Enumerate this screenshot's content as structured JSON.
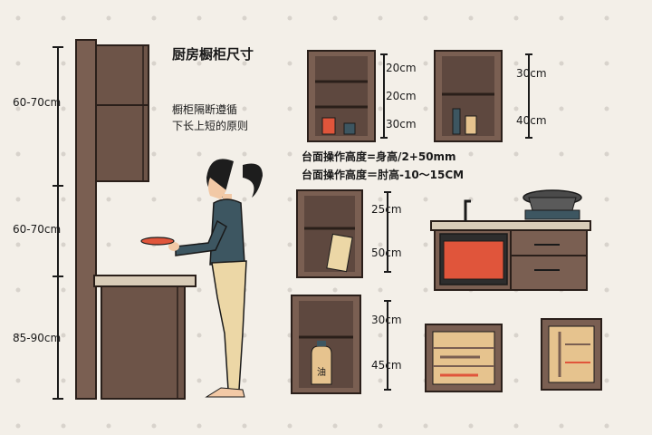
{
  "title": "厨房橱柜尺寸",
  "principle": [
    "橱柜隔断遵循",
    "下长上短的原则"
  ],
  "formulas": [
    "台面操作高度=身高/2+50mm",
    "台面操作高度＝肘高-10～15CM"
  ],
  "left_dims": [
    "60-70cm",
    "60-70cm",
    "85-90cm"
  ],
  "shelf1_dims": [
    "20cm",
    "20cm",
    "30cm"
  ],
  "shelf2_dims": [
    "30cm",
    "40cm"
  ],
  "shelf3_dims": [
    "25cm",
    "50cm"
  ],
  "shelf4_dims": [
    "30cm",
    "45cm"
  ],
  "jar_label": "油",
  "colors": {
    "wood": "#7a5f52",
    "wood_dark": "#5e483f",
    "background": "#f3efe8",
    "counter": "#d9ccb8",
    "drawer_inner": "#e6c38e",
    "skin": "#f2c9a6",
    "jacket": "#3d5661",
    "pants": "#ecd7a6",
    "oven": "#e0553b"
  }
}
